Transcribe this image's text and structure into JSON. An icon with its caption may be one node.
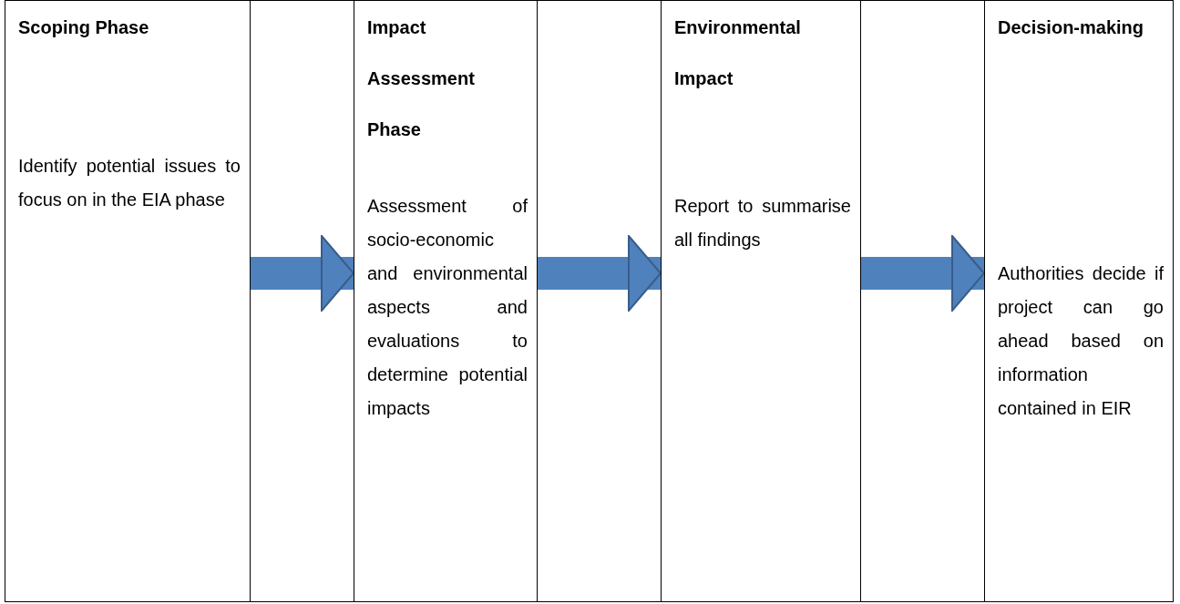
{
  "diagram": {
    "nodes": [
      {
        "text": [
          "Scoping Phase",
          "Identify potential issues to focus on in the EIA phase"
        ]
      },
      {
        "text": [
          "Impact Assessment Phase",
          "Assessment of socio-economic and environmental aspects and evaluations to determine potential impacts"
        ]
      },
      {
        "text": [
          "Environmental Impact",
          "Report to summarise all findings"
        ]
      },
      {
        "text": [
          "Decision-making",
          "Authorities decide if project can go ahead based on information contained in EIR"
        ]
      }
    ],
    "edges": [
      {
        "from": 0,
        "to": 1,
        "arrow": "to"
      },
      {
        "from": 1,
        "to": 2,
        "arrow": "to"
      },
      {
        "from": 2,
        "to": 3,
        "arrow": "to"
      }
    ]
  }
}
